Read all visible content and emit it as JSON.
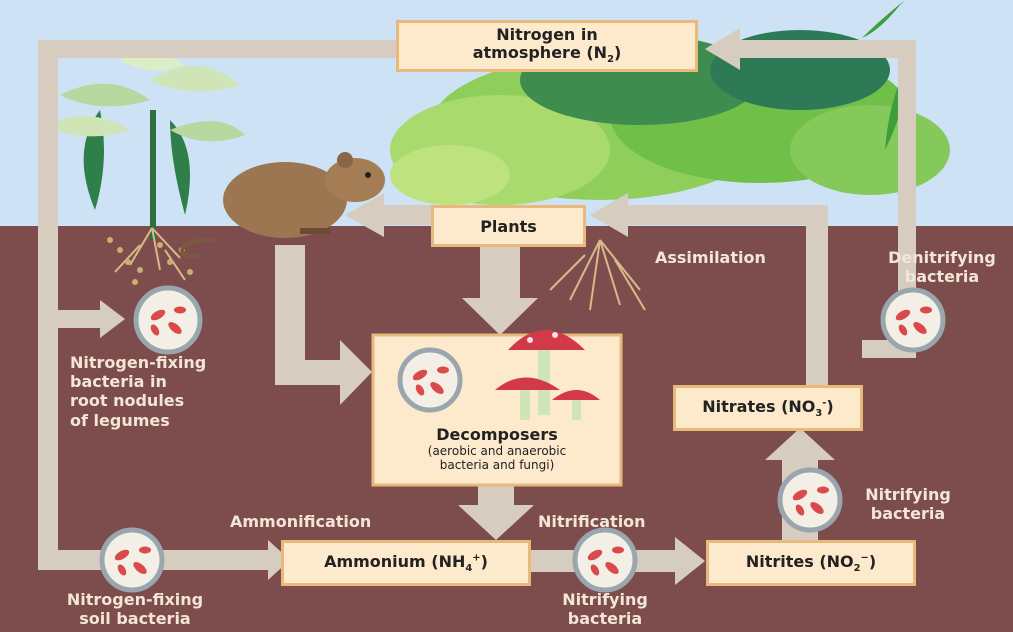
{
  "colors": {
    "sky": "#cde3f5",
    "soil": "#7d4d4d",
    "arrow": "#d6ccbf",
    "box_fill": "#fde9cc",
    "box_border": "#e8b97a",
    "label_text": "#f3e6d4",
    "bacteria": "#d94a4a"
  },
  "atmosphere": {
    "line1": "Nitrogen in",
    "line2_pre": "atmosphere (N",
    "line2_sub": "2",
    "line2_post": ")"
  },
  "plants": {
    "label": "Plants"
  },
  "decomposers": {
    "title": "Decomposers",
    "line1": "(aerobic and anaerobic",
    "line2": "bacteria and fungi)"
  },
  "ammonium": {
    "pre": "Ammonium (NH",
    "sub": "4",
    "sup": "+",
    "post": ")"
  },
  "nitrites": {
    "pre": "Nitrites (NO",
    "sub": "2",
    "sup": "−",
    "post": ")"
  },
  "nitrates": {
    "pre": "Nitrates (NO",
    "sub": "3",
    "sup": "-",
    "post": ")"
  },
  "labels": {
    "assimilation": "Assimilation",
    "denitrifying": [
      "Denitrifying",
      "bacteria"
    ],
    "nitrogen_fixing_root": [
      "Nitrogen-fixing",
      "bacteria in",
      "root nodules",
      "of legumes"
    ],
    "nitrogen_fixing_soil": [
      "Nitrogen-fixing",
      "soil bacteria"
    ],
    "ammonification": "Ammonification",
    "nitrification": "Nitrification",
    "nitrifying_bottom": [
      "Nitrifying",
      "bacteria"
    ],
    "nitrifying_right": [
      "Nitrifying",
      "bacteria"
    ]
  }
}
